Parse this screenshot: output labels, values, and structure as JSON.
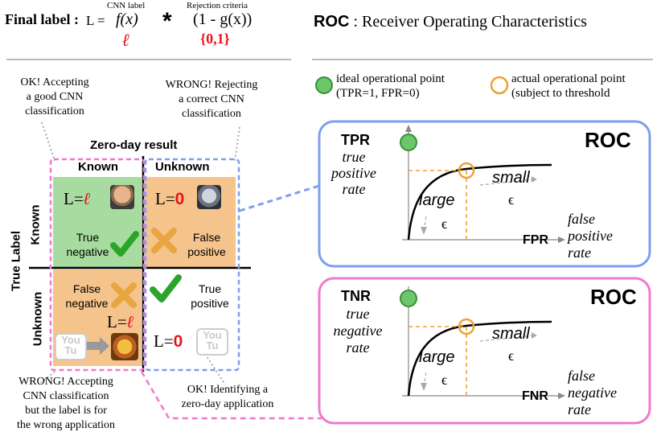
{
  "formula": {
    "final_label": "Final label :",
    "lhs": "L =",
    "cnn_caption": "CNN label",
    "fx": "f(x)",
    "ell": "ℓ",
    "star": "*",
    "rej_caption": "Rejection criteria",
    "gx": "(1 - g(x))",
    "set": "{0,1}"
  },
  "roc_title": {
    "bold": "ROC",
    "rest": ": Receiver Operating Characteristics"
  },
  "notes": {
    "ok_accept": [
      "OK! Accepting",
      "a good CNN",
      "classification"
    ],
    "wrong_reject": [
      "WRONG! Rejecting",
      "a correct CNN",
      "classification"
    ],
    "wrong_accept": [
      "WRONG! Accepting",
      "CNN classification",
      "but the label is for",
      "the wrong application"
    ],
    "ok_identify": [
      "OK! Identifying a",
      "zero-day application"
    ]
  },
  "matrix": {
    "zero_day": "Zero-day result",
    "known_col": "Known",
    "unknown_col": "Unknown",
    "true_label": "True Label",
    "known_row": "Known",
    "unknown_row": "Unknown",
    "l_eq": "L=",
    "zero": "0",
    "ell": "ℓ",
    "tn": [
      "True",
      "negative"
    ],
    "fp": [
      "False",
      "positive"
    ],
    "fn": [
      "False",
      "negative"
    ],
    "tp": [
      "True",
      "positive"
    ],
    "logo": [
      "You",
      "Tu"
    ]
  },
  "legend": {
    "ideal": [
      "ideal operational point",
      "(TPR=1, FPR=0)"
    ],
    "actual": [
      "actual operational point",
      "(subject to threshold"
    ]
  },
  "roc_top": {
    "title": "ROC",
    "y_abbr": "TPR",
    "y_full": [
      "true",
      "positive",
      "rate"
    ],
    "x_abbr": "FPR",
    "x_full": [
      "false",
      "positive",
      "rate"
    ],
    "large": "large",
    "small": "small",
    "eps": "ϵ"
  },
  "roc_bottom": {
    "title": "ROC",
    "y_abbr": "TNR",
    "y_full": [
      "true",
      "negative",
      "rate"
    ],
    "x_abbr": "FNR",
    "x_full": [
      "false",
      "negative",
      "rate"
    ],
    "large": "large",
    "small": "small",
    "eps": "ϵ"
  },
  "colors": {
    "green_cell": "#a8dba0",
    "orange_cell": "#f5c48c",
    "pink": "#f078d0",
    "blue": "#7d9ff0",
    "orange": "#f0a030",
    "check": "#2aa52a",
    "cross": "#e8a640",
    "ideal_fill": "#6cc66a"
  }
}
